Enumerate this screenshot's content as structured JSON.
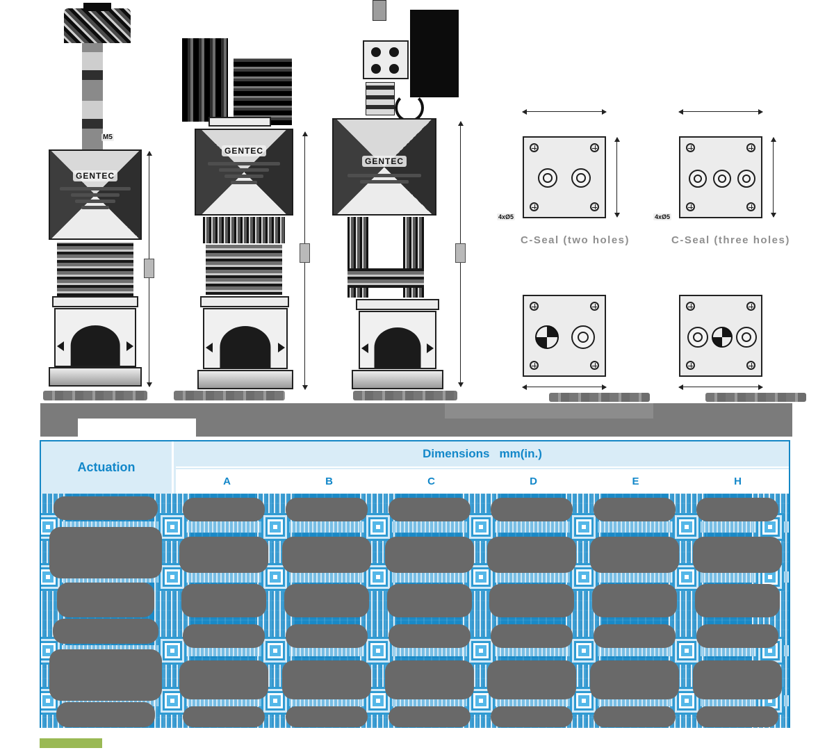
{
  "drawings": {
    "brand": "GENTEC",
    "labels": {
      "m5": "M5",
      "holes4": "4xØ5"
    },
    "captions": {
      "two": "C-Seal (two holes)",
      "three": "C-Seal (three holes)"
    }
  },
  "table": {
    "actuation": "Actuation",
    "dim_title": "Dimensions",
    "dim_unit": "mm(in.)",
    "columns": [
      "A",
      "B",
      "C",
      "D",
      "E",
      "H"
    ]
  },
  "colors": {
    "accent_blue": "#1287c9",
    "header_bg": "#d9ecf7",
    "body_blue": "#1a89c6",
    "blob_gray": "#696969",
    "badge_green": "#9ab954"
  }
}
